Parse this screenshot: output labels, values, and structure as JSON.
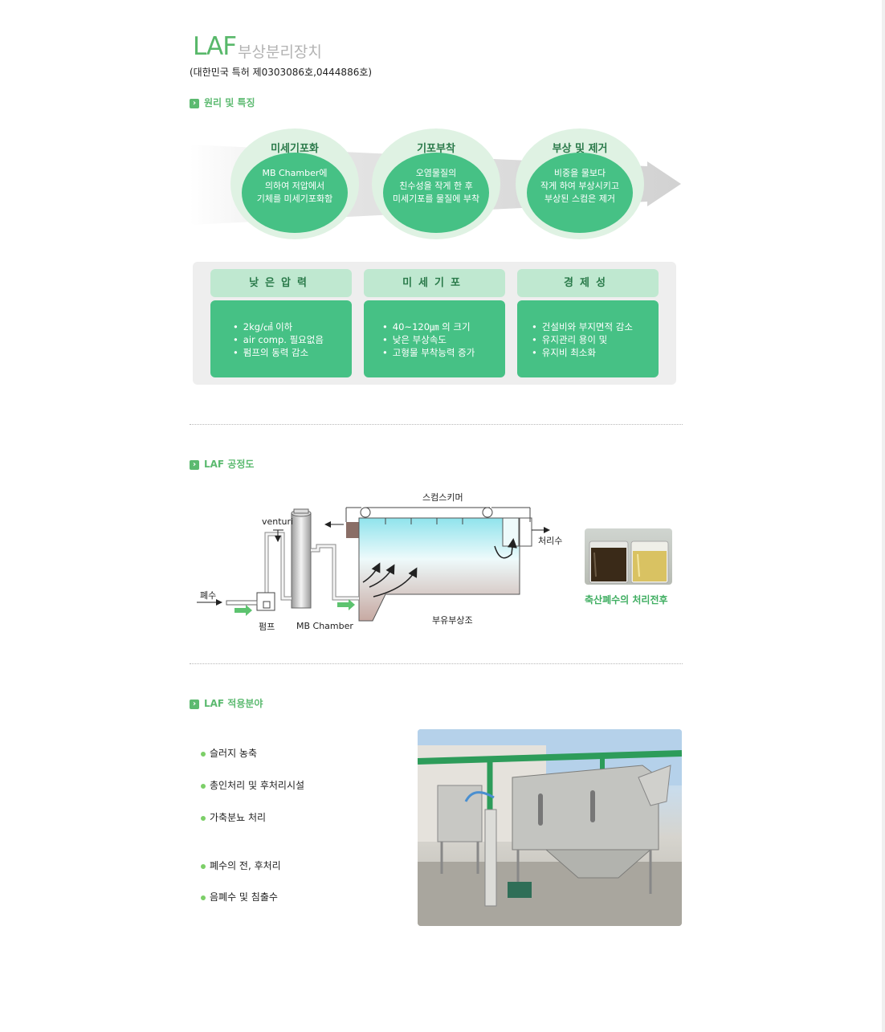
{
  "header": {
    "title_main": "LAF",
    "title_sub": "부상분리장치",
    "patent": "(대한민국 특허 제0303086호,0444886호)"
  },
  "section1": {
    "heading": "원리 및 특징",
    "steps": [
      {
        "title": "미세기포화",
        "desc": [
          "MB Chamber에",
          "의하여 저압에서",
          "기체를 미세기포화함"
        ]
      },
      {
        "title": "기포부착",
        "desc": [
          "오염물질의",
          "친수성을 작게 한 후",
          "미세기포를 물질에 부착"
        ]
      },
      {
        "title": "부상 및 제거",
        "desc": [
          "비중을 물보다",
          "작게 하여 부상시키고",
          "부상된 스컴은 제거"
        ]
      }
    ],
    "features": [
      {
        "title": "낮은압력",
        "items": [
          "2kg/㎠ 이하",
          "air comp. 필요없음",
          "펌프의 동력 감소"
        ]
      },
      {
        "title": "미세기포",
        "items": [
          "40~120㎛ 의 크기",
          "낮은 부상속도",
          "고형물 부착능력 증가"
        ]
      },
      {
        "title": "경제성",
        "items": [
          "건설비와 부지면적 감소",
          "유지관리 용이 및",
          "유지비 최소화"
        ]
      }
    ]
  },
  "section2": {
    "heading": "LAF 공정도",
    "labels": {
      "scum_skimmer": "스컴스키머",
      "venturi": "venturi",
      "treated_water": "처리수",
      "wastewater": "폐수",
      "pump": "펌프",
      "mb_chamber": "MB Chamber",
      "flotation_tank": "부유부상조"
    },
    "photo_caption": "축산폐수의 처리전후"
  },
  "section3": {
    "heading": "LAF 적용분야",
    "items": [
      "슬러지 농축",
      "총인처리 및 후처리시설",
      "가축분뇨 처리",
      "폐수의 전, 후처리",
      "음폐수 및 침출수"
    ]
  },
  "colors": {
    "accent_green": "#46c185",
    "title_green": "#58b86a",
    "light_green": "#bfe8d0"
  }
}
